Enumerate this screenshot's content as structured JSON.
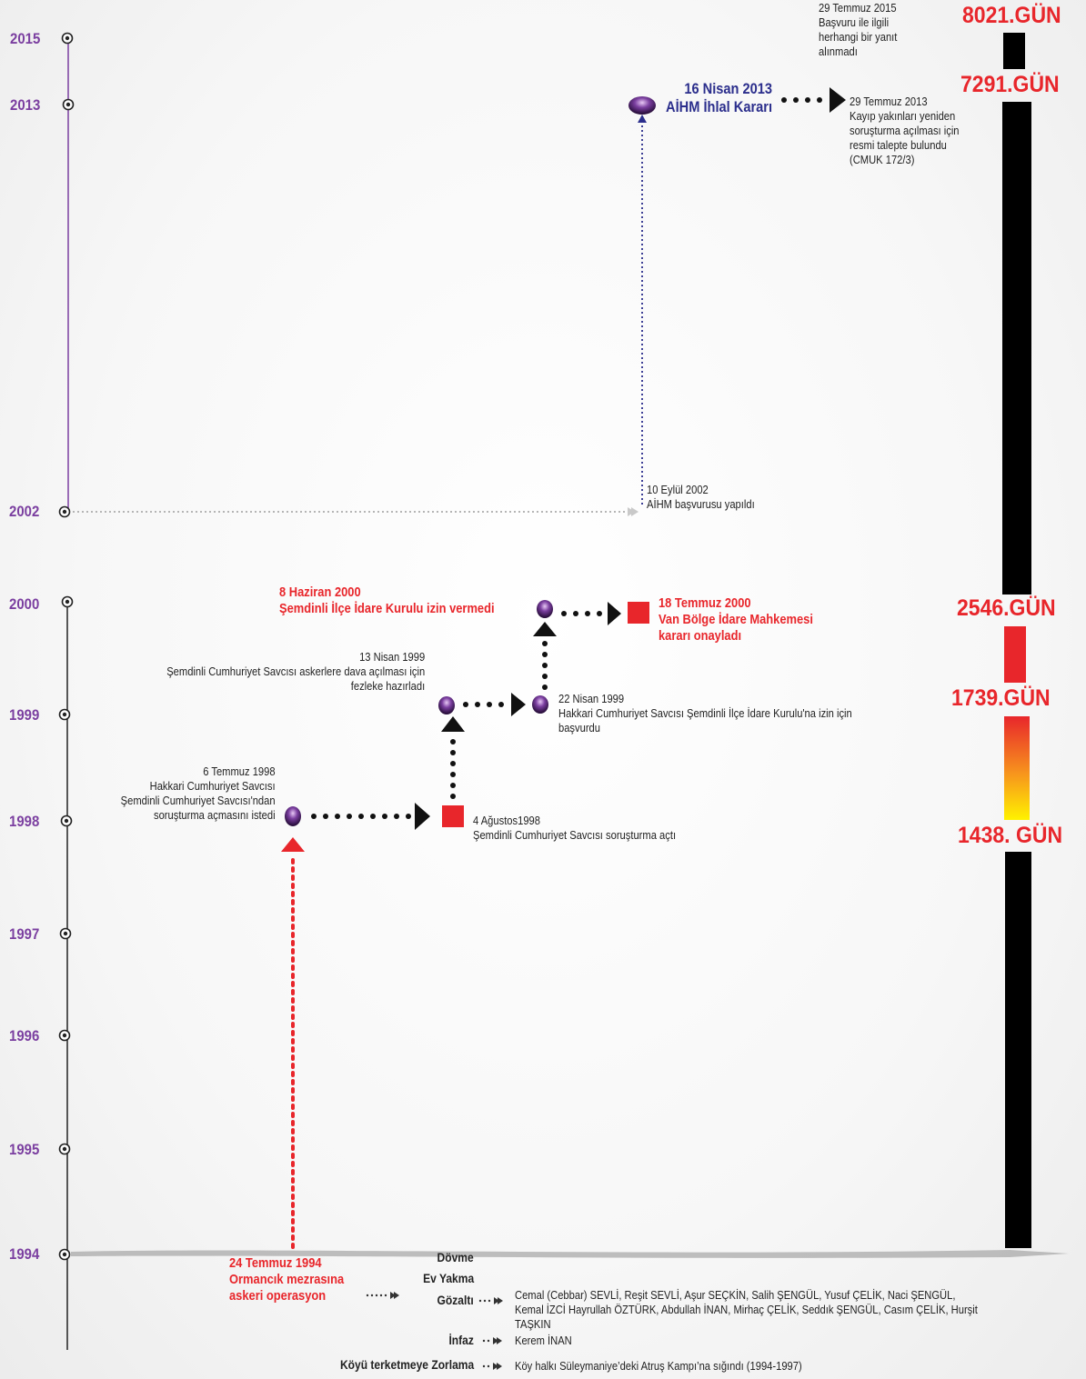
{
  "years": [
    "2015",
    "2013",
    "2002",
    "2000",
    "1999",
    "1998",
    "1997",
    "1996",
    "1995",
    "1994"
  ],
  "day_counts": {
    "d8021": "8021.GÜN",
    "d7291": "7291.GÜN",
    "d2546": "2546.GÜN",
    "d1739": "1739.GÜN",
    "d1438": "1438. GÜN"
  },
  "events": {
    "e2015": "29 Temmuz 2015\nBaşvuru ile ilgili\nherhangi bir yanıt\nalınmadı",
    "e2013_title": "16 Nisan 2013\nAİHM İhlal Kararı",
    "e2013_request": "29 Temmuz 2013\nKayıp yakınları yeniden\nsoruşturma açılması için\nresmi talepte bulundu\n(CMUK 172/3)",
    "e2002": "10 Eylül 2002\nAİHM başvurusu yapıldı",
    "e2000_refusal": "8 Haziran 2000\nŞemdinli İlçe İdare Kurulu izin vermedi",
    "e2000_court": "18 Temmuz 2000\nVan Bölge İdare Mahkemesi\nkararı onayladı",
    "e1999_april13": "13 Nisan  1999\nŞemdinli Cumhuriyet Savcısı askerlere dava açılması için\nfezleke hazırladı",
    "e1999_april22": "22 Nisan  1999\nHakkari Cumhuriyet Savcısı Şemdinli İlçe İdare Kurulu'na izin için\nbaşvurdu",
    "e1998_july": "6 Temmuz 1998\nHakkari Cumhuriyet Savcısı\nŞemdinli Cumhuriyet Savcısı'ndan\nsoruşturma açmasını istedi",
    "e1998_aug": "4 Ağustos1998\nŞemdinli Cumhuriyet Savcısı  soruşturma açtı",
    "e1994": "24 Temmuz 1994\nOrmancık mezrasına\naskeri operasyon"
  },
  "violations": {
    "dovme": "Dövme",
    "ev_yakma": "Ev Yakma",
    "gozalti": "Gözaltı",
    "gozalti_names": "Cemal (Cebbar)  SEVLİ, Reşit SEVLİ, Aşur SEÇKİN, Salih ŞENGÜL, Yusuf ÇELİK, Naci ŞENGÜL,\nKemal İZCİ  Hayrullah ÖZTÜRK, Abdullah İNAN, Mirhaç ÇELİK, Seddık ŞENGÜL, Casım ÇELİK, Hurşit TAŞKIN",
    "infaz": "İnfaz",
    "infaz_names": "Kerem İNAN",
    "koy": "Köyü terketmeye Zorlama",
    "koy_text": "Köy halkı Süleymaniye’deki Atruş Kampı’na sığındı (1994-1997)"
  },
  "colors": {
    "red": "#e8262b",
    "purple": "#7b3fa0",
    "navy": "#2b2e8c",
    "black": "#000000"
  }
}
